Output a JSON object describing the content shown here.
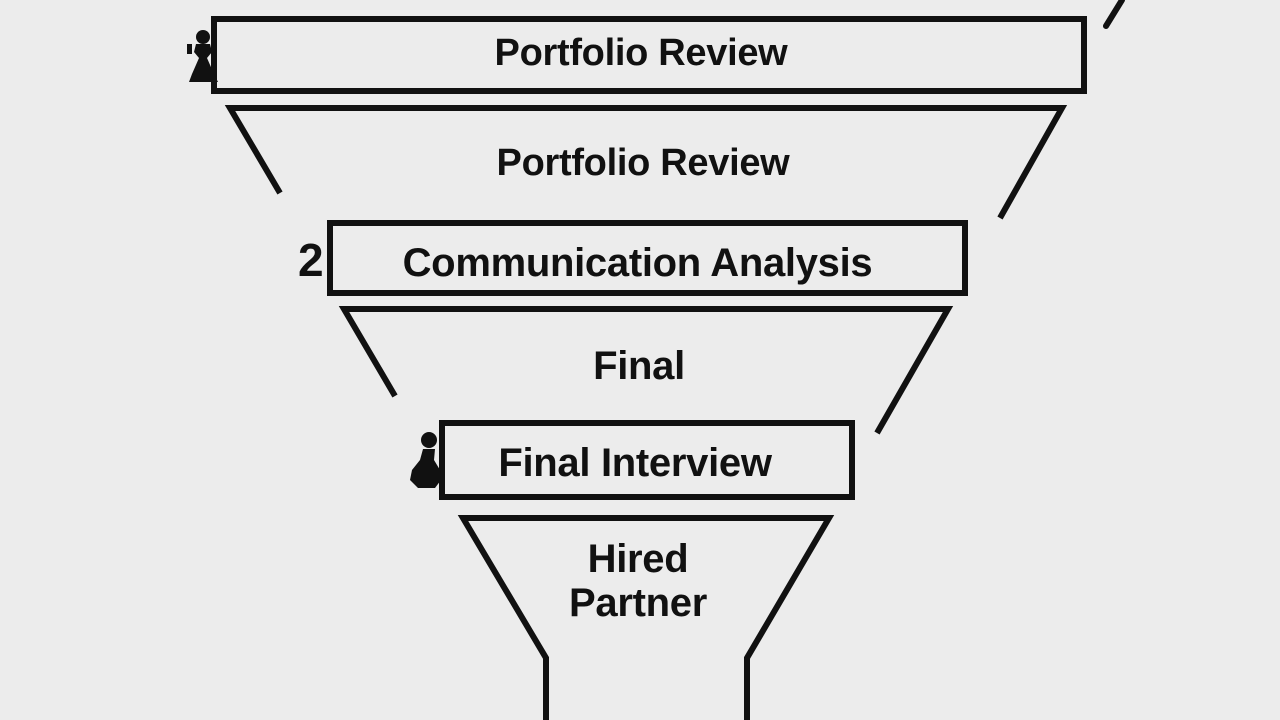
{
  "stages": [
    {
      "label": "Portfolio Review"
    },
    {
      "label": "Portfolio Review"
    },
    {
      "label": "Communication Analysis",
      "marker": "2"
    },
    {
      "label": "Final"
    },
    {
      "label": "Final Interview"
    },
    {
      "label_line1": "Hired",
      "label_line2": "Partner"
    }
  ],
  "icons": [
    "pawn-icon",
    "pawn-icon"
  ],
  "colors": {
    "background": "#ececec",
    "stroke": "#111111",
    "box_fill": "#ececec"
  }
}
